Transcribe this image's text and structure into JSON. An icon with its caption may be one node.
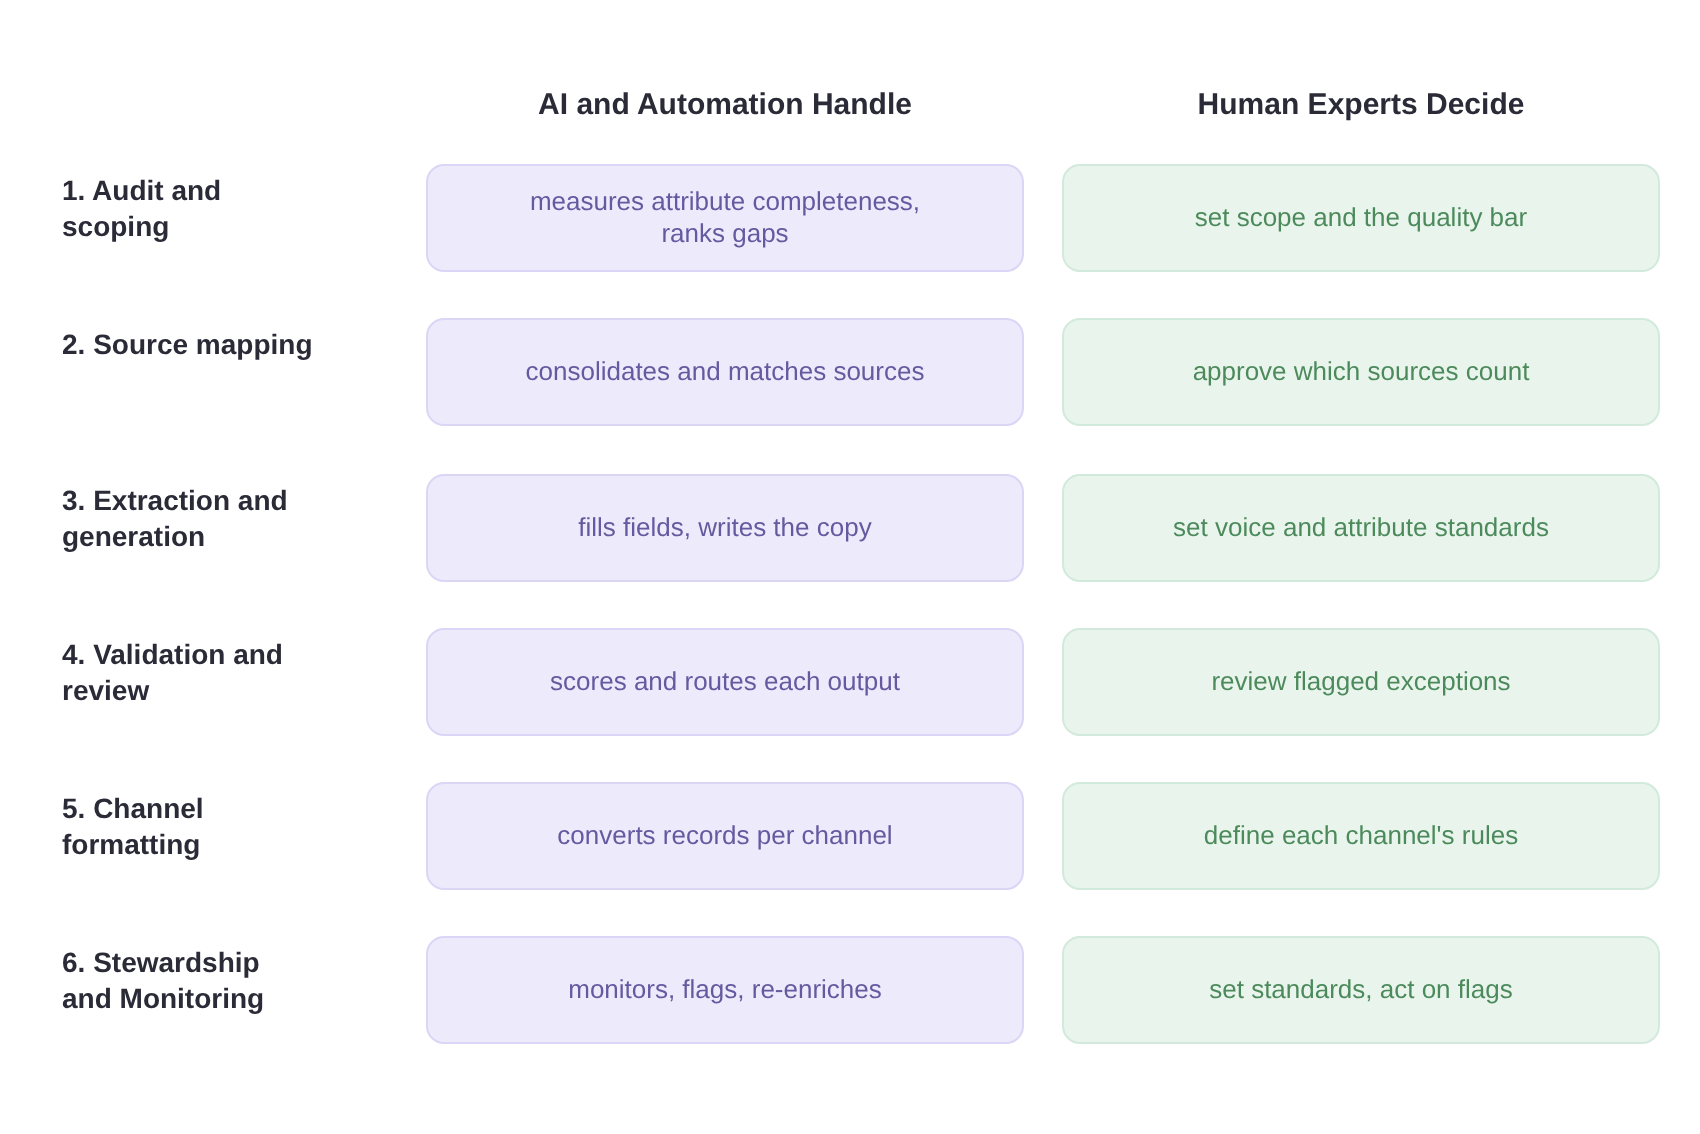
{
  "diagram": {
    "nodes": [
      {
        "text": [
          "measures attribute completeness, ranks gaps"
        ]
      },
      {
        "text": [
          "set scope and the quality bar"
        ]
      },
      {
        "text": [
          "consolidates and matches sources"
        ]
      },
      {
        "text": [
          "approve which sources count"
        ]
      },
      {
        "text": [
          "fills fields, writes the copy"
        ]
      },
      {
        "text": [
          "set voice and attribute standards"
        ]
      },
      {
        "text": [
          "scores and routes each output"
        ]
      },
      {
        "text": [
          "review flagged exceptions"
        ]
      },
      {
        "text": [
          "converts records per channel"
        ]
      },
      {
        "text": [
          "define each channel's rules"
        ]
      },
      {
        "text": [
          "monitors, flags, re-enriches"
        ]
      },
      {
        "text": [
          "set standards, act on flags"
        ]
      }
    ],
    "labels": [
      "AI and Automation Handle",
      "Human Experts Decide",
      "1. Audit and scoping",
      "2. Source mapping",
      "3. Extraction and generation",
      "4. Validation and review",
      "5. Channel formatting",
      "6. Stewardship and Monitoring"
    ]
  }
}
